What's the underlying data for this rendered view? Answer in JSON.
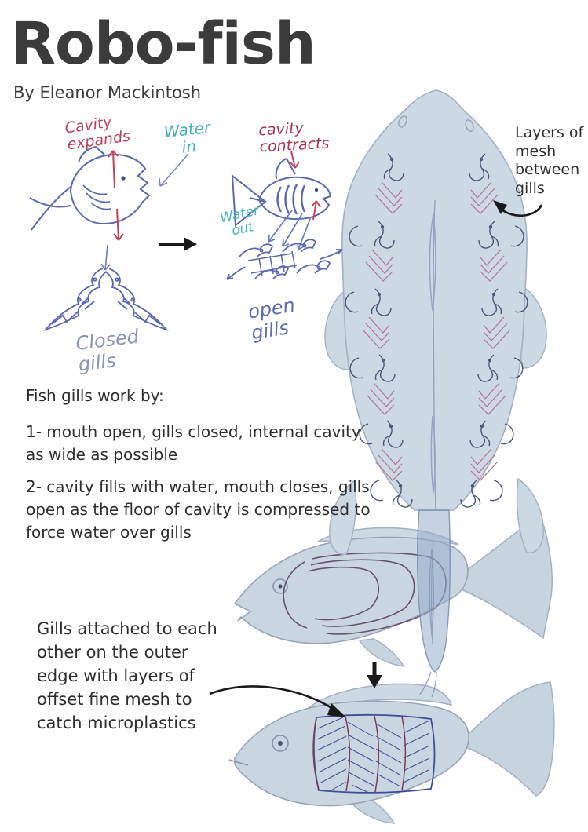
{
  "header": {
    "title": "Robo-fish",
    "byline": "By Eleanor Mackintosh"
  },
  "sketch": {
    "cavity_expands": "Cavity\nexpands",
    "water_in": "Water\nin",
    "cavity_contracts": "cavity\ncontracts",
    "water_out": "Water\nout",
    "closed_gills": "Closed\ngills",
    "open_gills": "open\ngills"
  },
  "notes": {
    "mesh_layers": "Layers of\nmesh\nbetween\ngills",
    "gills_attached": "Gills attached to each\nother on the outer\nedge with layers of\noffset fine mesh to\ncatch microplastics"
  },
  "how_it_works": {
    "intro": "Fish gills work by:",
    "step1": "1- mouth open, gills closed, internal cavity\nas wide as possible",
    "step2": "2- cavity fills with water, mouth closes, gills\nopen as the floor of cavity is compressed to\nforce water over gills"
  },
  "colors": {
    "ink_blue": "#5b68ad",
    "ink_red": "#b8405a",
    "ink_teal": "#3fb3bc",
    "label_gray_blue": "#8a93b8",
    "fish_fill": "#ccd8e3",
    "fish_outline": "#a6b0c3",
    "gill_ink": "#4b5578",
    "mesh_pink": "#b5718f",
    "plate_purple": "#6d4e71",
    "hatch_blue": "#3e4e96",
    "hatch_red": "#7c3b58",
    "arrow_black": "#1a1a1a",
    "text": "#2e2e2e"
  }
}
